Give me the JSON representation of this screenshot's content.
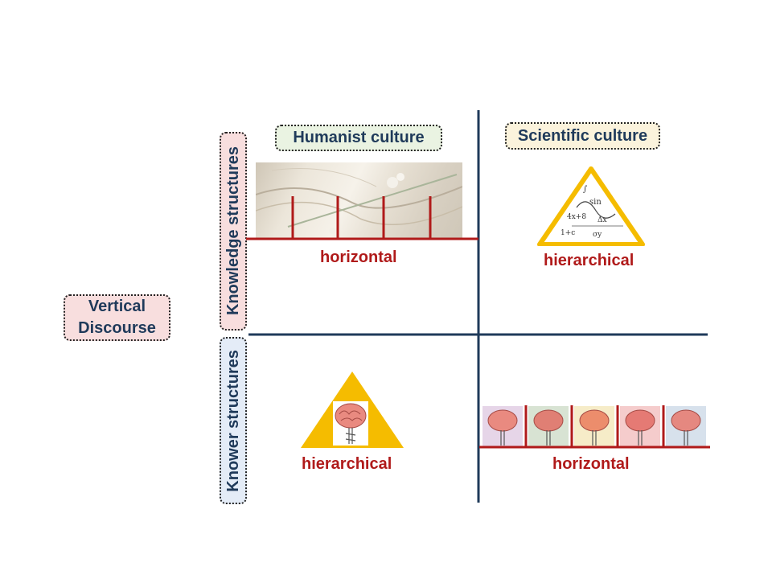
{
  "axis_label": {
    "line1": "Vertical",
    "line2": "Discourse"
  },
  "row_labels": {
    "knowledge": "Knowledge structures",
    "knower": "Knower structures"
  },
  "column_headers": {
    "humanist": "Humanist culture",
    "scientific": "Scientific culture"
  },
  "cells": {
    "humanist_knowledge": "horizontal",
    "scientific_knowledge": "hierarchical",
    "humanist_knower": "hierarchical",
    "scientific_knower": "horizontal"
  },
  "formula_snippets": [
    "sin",
    "Δx",
    "4x+8",
    "σy",
    "1+c",
    "∫"
  ],
  "colors": {
    "navy": "#1f3a5a",
    "red": "#b01a1a",
    "gold": "#f5bc00",
    "pink_fill": "#f8dede",
    "green_fill": "#eaf3e2",
    "cream_fill": "#fbf3dc",
    "blue_fill": "#e4ecf7"
  }
}
